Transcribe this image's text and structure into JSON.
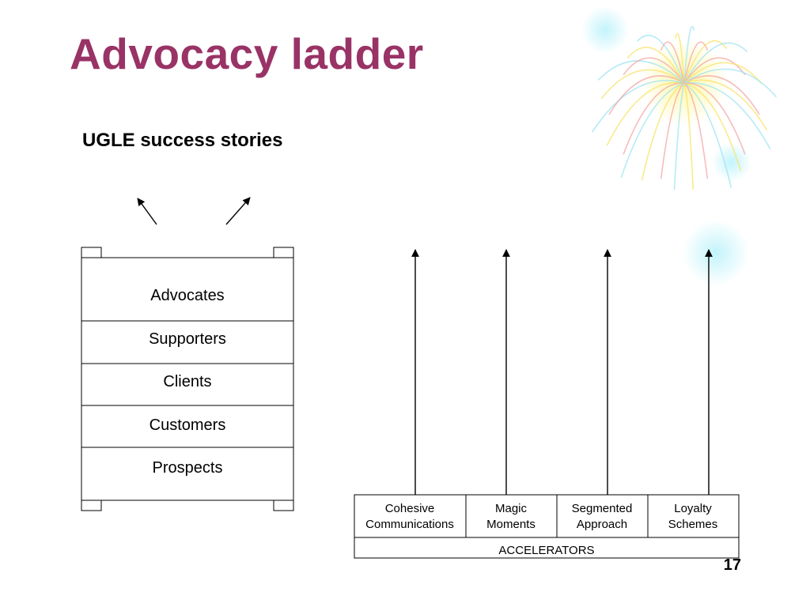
{
  "slide": {
    "title": "Advocacy ladder",
    "subtitle": "UGLE success stories",
    "page_number": "17",
    "title_color": "#993366"
  },
  "ladder": {
    "rungs": [
      "Advocates",
      "Supporters",
      "Clients",
      "Customers",
      "Prospects"
    ]
  },
  "accelerators": {
    "items": [
      {
        "line1": "Cohesive",
        "line2": "Communications"
      },
      {
        "line1": "Magic",
        "line2": "Moments"
      },
      {
        "line1": "Segmented",
        "line2": "Approach"
      },
      {
        "line1": "Loyalty",
        "line2": "Schemes"
      }
    ],
    "footer": "ACCELERATORS"
  },
  "decoration": {
    "firework_colors": [
      "#f4a6a6",
      "#f7e36a",
      "#9fe4f2"
    ]
  }
}
